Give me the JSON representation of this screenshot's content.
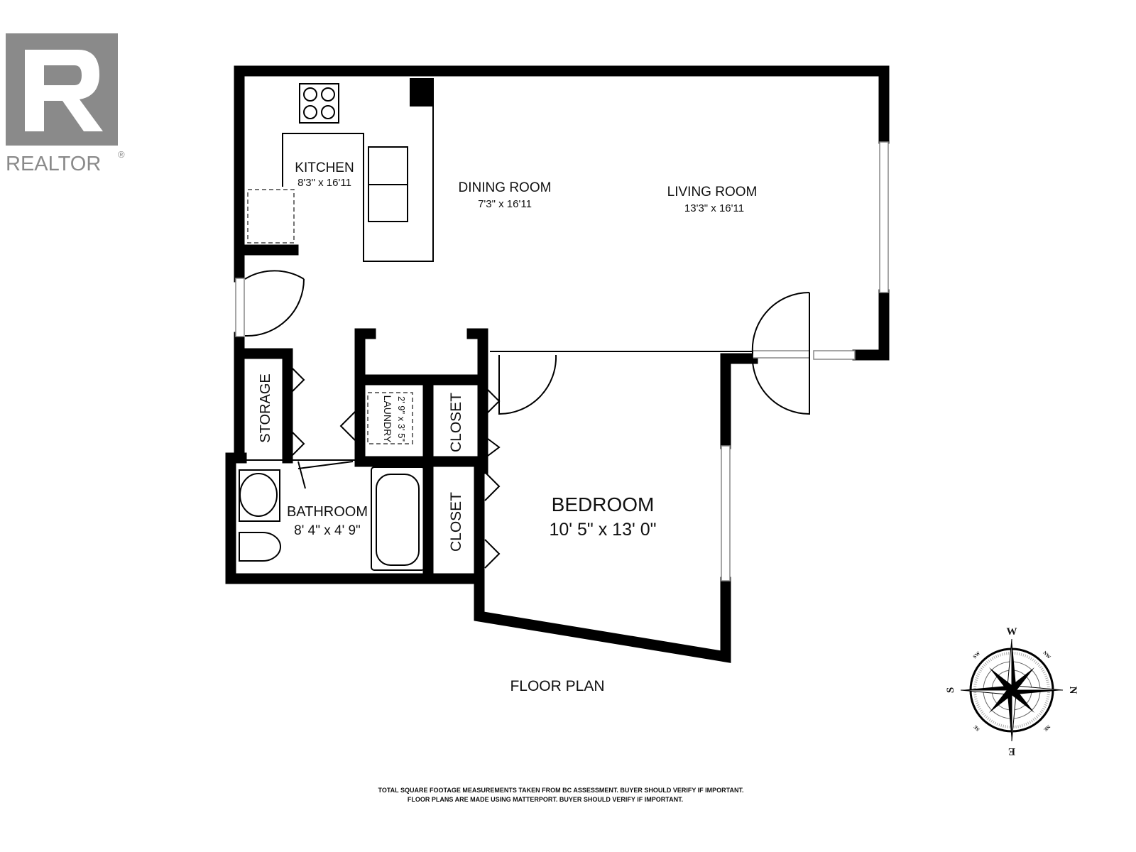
{
  "logo": {
    "text": "REALTOR",
    "mark": "®",
    "color": "#8a8a8a"
  },
  "rooms": {
    "kitchen": {
      "name": "KITCHEN",
      "size": "8'3\" x 16'11"
    },
    "dining": {
      "name": "DINING ROOM",
      "size": "7'3\" x 16'11"
    },
    "living": {
      "name": "LIVING ROOM",
      "size": "13'3\" x 16'11"
    },
    "storage": {
      "name": "STORAGE"
    },
    "laundry": {
      "name": "LAUNDRY",
      "size": "2' 9\" x 3' 5\""
    },
    "closet1": {
      "name": "CLOSET"
    },
    "closet2": {
      "name": "CLOSET"
    },
    "bathroom": {
      "name": "BATHROOM",
      "size": "8' 4\" x 4' 9\""
    },
    "bedroom": {
      "name": "BEDROOM",
      "size": "10' 5\" x 13' 0\""
    }
  },
  "plan_title": "FLOOR PLAN",
  "compass": {
    "top": "W",
    "right": "N",
    "bottom": "E",
    "left": "S",
    "nw": "SW",
    "ne": "NW",
    "sw": "SE",
    "se": "NE"
  },
  "footer": {
    "line1": "TOTAL SQUARE FOOTAGE MEASUREMENTS TAKEN FROM BC ASSESSMENT. BUYER SHOULD VERIFY IF IMPORTANT.",
    "line2": "FLOOR PLANS ARE MADE USING MATTERPORT. BUYER SHOULD VERIFY IF IMPORTANT."
  }
}
